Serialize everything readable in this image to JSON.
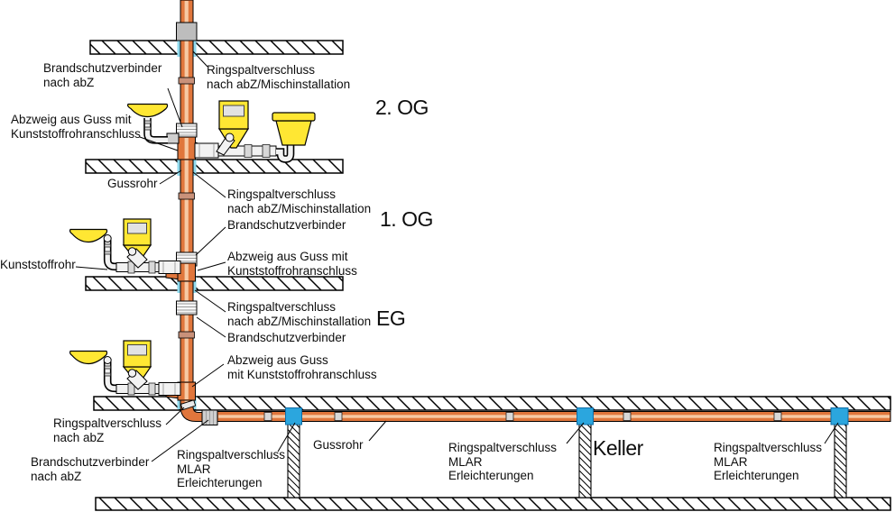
{
  "figure": {
    "title_hint": "Mischinstallation Abwasser - Brandschutz Schema",
    "floors": {
      "og2": "2. OG",
      "og1": "1. OG",
      "eg": "EG",
      "keller": "Keller"
    },
    "annotations": {
      "brandschutz_nach_abz": "Brandschutzverbinder\nnach abZ",
      "ringspalt_misch": "Ringspaltverschluss\nnach abZ/Mischinstallation",
      "abzweig_mit": "Abzweig aus Guss mit\nKunststoffrohranschluss",
      "abzweig_mit_eg": "Abzweig aus Guss\nmit Kunststoffrohranschluss",
      "gussrohr": "Gussrohr",
      "kunststoffrohr": "Kunststoffrohr",
      "brandschutz": "Brandschutzverbinder",
      "ringspalt_nach_abz": "Ringspaltverschluss\nnach abZ",
      "ringspalt_mlar": "Ringspaltverschluss\nMLAR\nErleichterungen"
    },
    "colors": {
      "pipe_orange": "#e0763c",
      "pipe_highlight": "#f6c9a4",
      "fixture_yellow": "#ffe733",
      "mlar_blue": "#2ba6de",
      "ringspalt_cyan": "#8fd9ec",
      "sleeve_gray": "#bdbdbd",
      "white_pipe": "#f2f2f2",
      "background": "#ffffff"
    }
  }
}
